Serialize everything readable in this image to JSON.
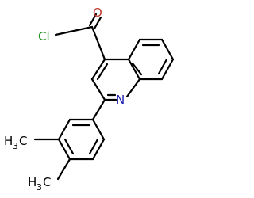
{
  "molecule": {
    "atoms": {
      "oxygen": "O",
      "chlorine": "Cl",
      "nitrogen": "N",
      "methyl_1": {
        "main": "H",
        "sub": "3",
        "tail": "C"
      },
      "methyl_2": {
        "main": "H",
        "sub": "3",
        "tail": "C"
      }
    },
    "colors": {
      "oxygen": "#c0392b",
      "chlorine": "#1a8f1a",
      "nitrogen": "#2323b8",
      "carbon": "#000000"
    }
  }
}
